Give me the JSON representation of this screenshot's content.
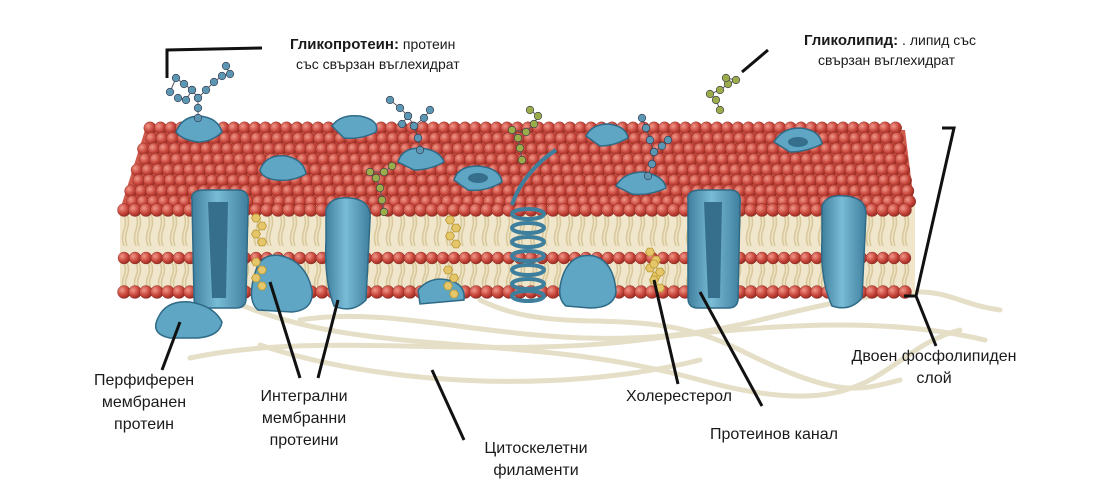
{
  "labels": {
    "glycoprotein_title": "Гликопротеин:",
    "glycoprotein_desc_1": "протеин",
    "glycoprotein_desc_2": "със свързан въглехидрат",
    "glycolipid_title": "Гликолипид:",
    "glycolipid_desc_1": ". липид със",
    "glycolipid_desc_2": "свързан въглехидрат",
    "peripheral_protein": [
      "Перфиферен",
      "мембранен",
      "протеин"
    ],
    "integral_proteins": [
      "Интегрални",
      "мембранни",
      "протеини"
    ],
    "cytoskeletal_filaments": [
      "Цитоскелетни",
      "филаменти"
    ],
    "cholesterol": "Холерестерол",
    "protein_channel": "Протеинов канал",
    "bilayer": [
      "Двоен фосфолипиден",
      "слой"
    ]
  },
  "colors": {
    "lipid_head": "#c8453a",
    "lipid_head_light": "#e07a6a",
    "lipid_tail": "#d9c89a",
    "protein": "#5ea6c4",
    "protein_dark": "#3f7f9e",
    "carb_blue": "#5b96b3",
    "carb_green": "#9aad4a",
    "cholesterol": "#e6c66a",
    "filament": "#e8e2cc"
  }
}
